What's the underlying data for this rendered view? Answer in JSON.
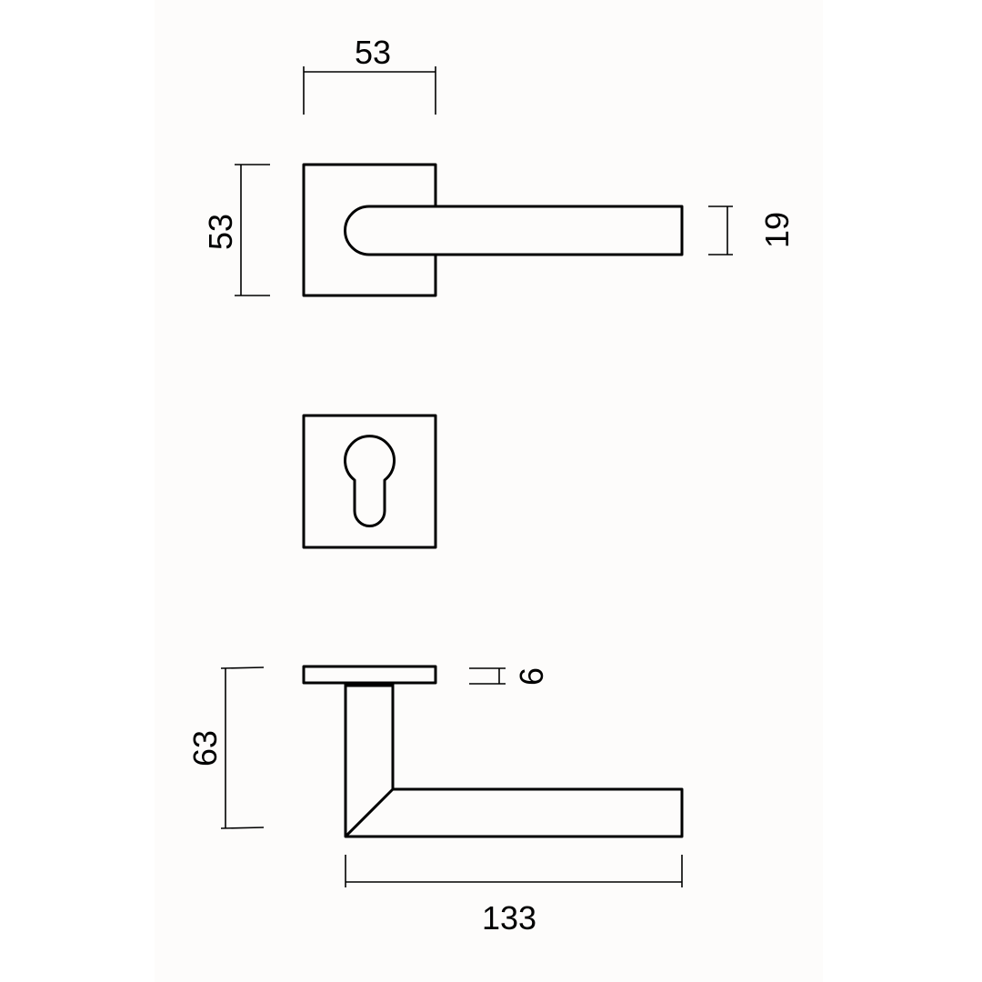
{
  "title": "Door lever handle on square rosette – dimension drawing",
  "dimensions": {
    "rosette_width": "53",
    "rosette_height": "53",
    "lever_thickness": "19",
    "rosette_depth": "6",
    "handle_projection": "63",
    "handle_length": "133"
  },
  "colors": {
    "line": "#000000",
    "paper": "#fdfcfb"
  }
}
